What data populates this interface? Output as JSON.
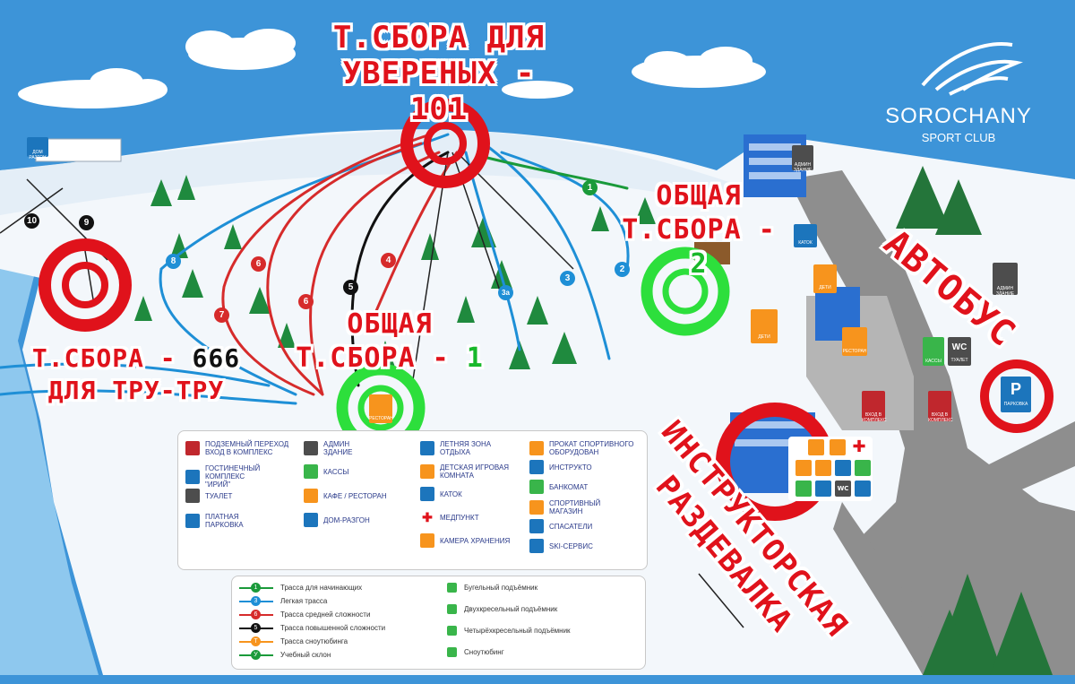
{
  "callouts": {
    "gathering_101_line1": "Т.СБОРА ДЛЯ",
    "gathering_101_line2": "УВЕРЕНЫХ - 101",
    "gathering_2_line1": "ОБЩАЯ",
    "gathering_2_line2_a": "Т.СБОРА - ",
    "gathering_2_line2_b": "2",
    "gathering_1_line1": "ОБЩАЯ",
    "gathering_1_line2_a": "Т.СБОРА - ",
    "gathering_1_line2_b": "1",
    "gathering_666_line1_a": "Т.СБОРА - ",
    "gathering_666_line1_b": "666",
    "gathering_666_line2": "ДЛЯ ТРУ-ТРУ",
    "bus": "АВТОБУС",
    "instructor_line1": "ИНСТРУКТОРСКАЯ",
    "instructor_line2": "РАЗДЕВАЛКА"
  },
  "logo": {
    "name": "SOROCHANY",
    "sub": "SPORT CLUB"
  },
  "map_signs": {
    "dom_razgon": "ДОМ РАЗГОН",
    "katok": "КАТОК",
    "deti": "ДЕТИ",
    "restoran": "РЕСТОРАН",
    "admin": "АДМИН ЗДАНИЕ",
    "kassy": "КАССЫ",
    "tualet": "ТУАЛЕТ",
    "vhod": "ВХОД В КОМПЛЕКС",
    "parkovka": "ПАРКОВКА",
    "wc": "WC"
  },
  "trail_numbers": [
    "10",
    "9",
    "8",
    "7",
    "6",
    "6",
    "5",
    "4",
    "3а",
    "3",
    "2",
    "1"
  ],
  "legend_facilities": [
    {
      "label": "ПОДЗЕМНЫЙ ПЕРЕХОД\nВХОД В КОМПЛЕКС",
      "icon": "underpass-icon",
      "color": "#c0272d"
    },
    {
      "label": "ГОСТИНЕЧНЫЙ\nКОМПЛЕКС\n\"ИРИЙ\"",
      "icon": "hotel-icon",
      "color": "#1c75bc"
    },
    {
      "label": "ТУАЛЕТ",
      "icon": "wc-icon",
      "color": "#4d4d4d"
    },
    {
      "label": "ПЛАТНАЯ\nПАРКОВКА",
      "icon": "parking-icon",
      "color": "#1c75bc"
    },
    {
      "label": "АДМИН\nЗДАНИЕ",
      "icon": "admin-icon",
      "color": "#4d4d4d"
    },
    {
      "label": "КАССЫ",
      "icon": "cashier-icon",
      "color": "#39b54a"
    },
    {
      "label": "КАФЕ / РЕСТОРАН",
      "icon": "restaurant-icon",
      "color": "#f7941d"
    },
    {
      "label": "ДОМ-РАЗГОН",
      "icon": "dom-razgon-icon",
      "color": "#1c75bc"
    },
    {
      "label": "ЛЕТНЯЯ ЗОНА\nОТДЫХА",
      "icon": "summer-zone-icon",
      "color": "#1c75bc"
    },
    {
      "label": "ДЕТСКАЯ ИГРОВАЯ\nКОМНАТА",
      "icon": "kids-room-icon",
      "color": "#f7941d"
    },
    {
      "label": "КАТОК",
      "icon": "skating-icon",
      "color": "#1c75bc"
    },
    {
      "label": "МЕДПУНКТ",
      "icon": "medical-icon",
      "color": "#ffffff"
    },
    {
      "label": "КАМЕРА ХРАНЕНИЯ",
      "icon": "storage-icon",
      "color": "#f7941d"
    },
    {
      "label": "ПРОКАТ СПОРТИВНОГО\nОБОРУДОВАН",
      "icon": "rental-icon",
      "color": "#f7941d"
    },
    {
      "label": "ИНСТРУКТО",
      "icon": "instructor-icon",
      "color": "#1c75bc"
    },
    {
      "label": "БАНКОМАТ",
      "icon": "atm-icon",
      "color": "#39b54a"
    },
    {
      "label": "СПОРТИВНЫЙ\nМАГАЗИН",
      "icon": "shop-icon",
      "color": "#f7941d"
    },
    {
      "label": "СПАСАТЕЛИ",
      "icon": "rescue-icon",
      "color": "#1c75bc"
    },
    {
      "label": "SKI-СЕРВИС",
      "icon": "ski-service-icon",
      "color": "#1c75bc"
    }
  ],
  "legend_trails": [
    {
      "label": "Трасса для начинающих",
      "num": "1",
      "color": "#1a9a3a"
    },
    {
      "label": "Легкая трасса",
      "num": "3",
      "color": "#1e8fd6"
    },
    {
      "label": "Трасса средней сложности",
      "num": "6",
      "color": "#d62b2b"
    },
    {
      "label": "Трасса повышенной сложности",
      "num": "5",
      "color": "#111111"
    },
    {
      "label": "Трасса сноутюбинга",
      "num": "Т",
      "color": "#f7941d"
    },
    {
      "label": "Учебный склон",
      "num": "У",
      "color": "#1a9a3a"
    }
  ],
  "legend_lifts": [
    {
      "label": "Бугельный подъёмник"
    },
    {
      "label": "Двухкресельный подъёмник"
    },
    {
      "label": "Четырёхкресельный подъёмник"
    },
    {
      "label": "Сноутюбинг"
    }
  ],
  "colors": {
    "sky": "#3d94d8",
    "highlight_red": "#e0121b",
    "highlight_green": "#2ddf3c",
    "road": "#8e8e8e"
  }
}
